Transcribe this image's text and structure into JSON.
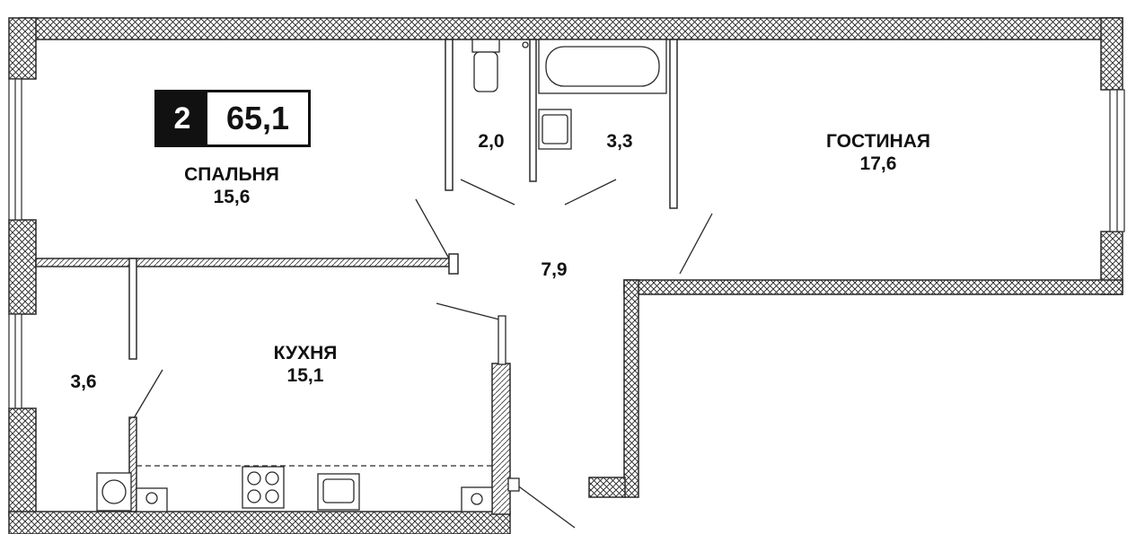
{
  "badge": {
    "rooms": "2",
    "total_area": "65,1"
  },
  "rooms": {
    "bedroom": {
      "name": "СПАЛЬНЯ",
      "area": "15,6"
    },
    "living": {
      "name": "ГОСТИНАЯ",
      "area": "17,6"
    },
    "kitchen": {
      "name": "КУХНЯ",
      "area": "15,1"
    },
    "wc": {
      "area": "2,0"
    },
    "bath": {
      "area": "3,3"
    },
    "hall": {
      "area": "7,9"
    },
    "pantry": {
      "area": "3,6"
    }
  },
  "colors": {
    "wall": "#2a2a2a",
    "hatch": "#222222",
    "badge_dark": "#111111"
  }
}
